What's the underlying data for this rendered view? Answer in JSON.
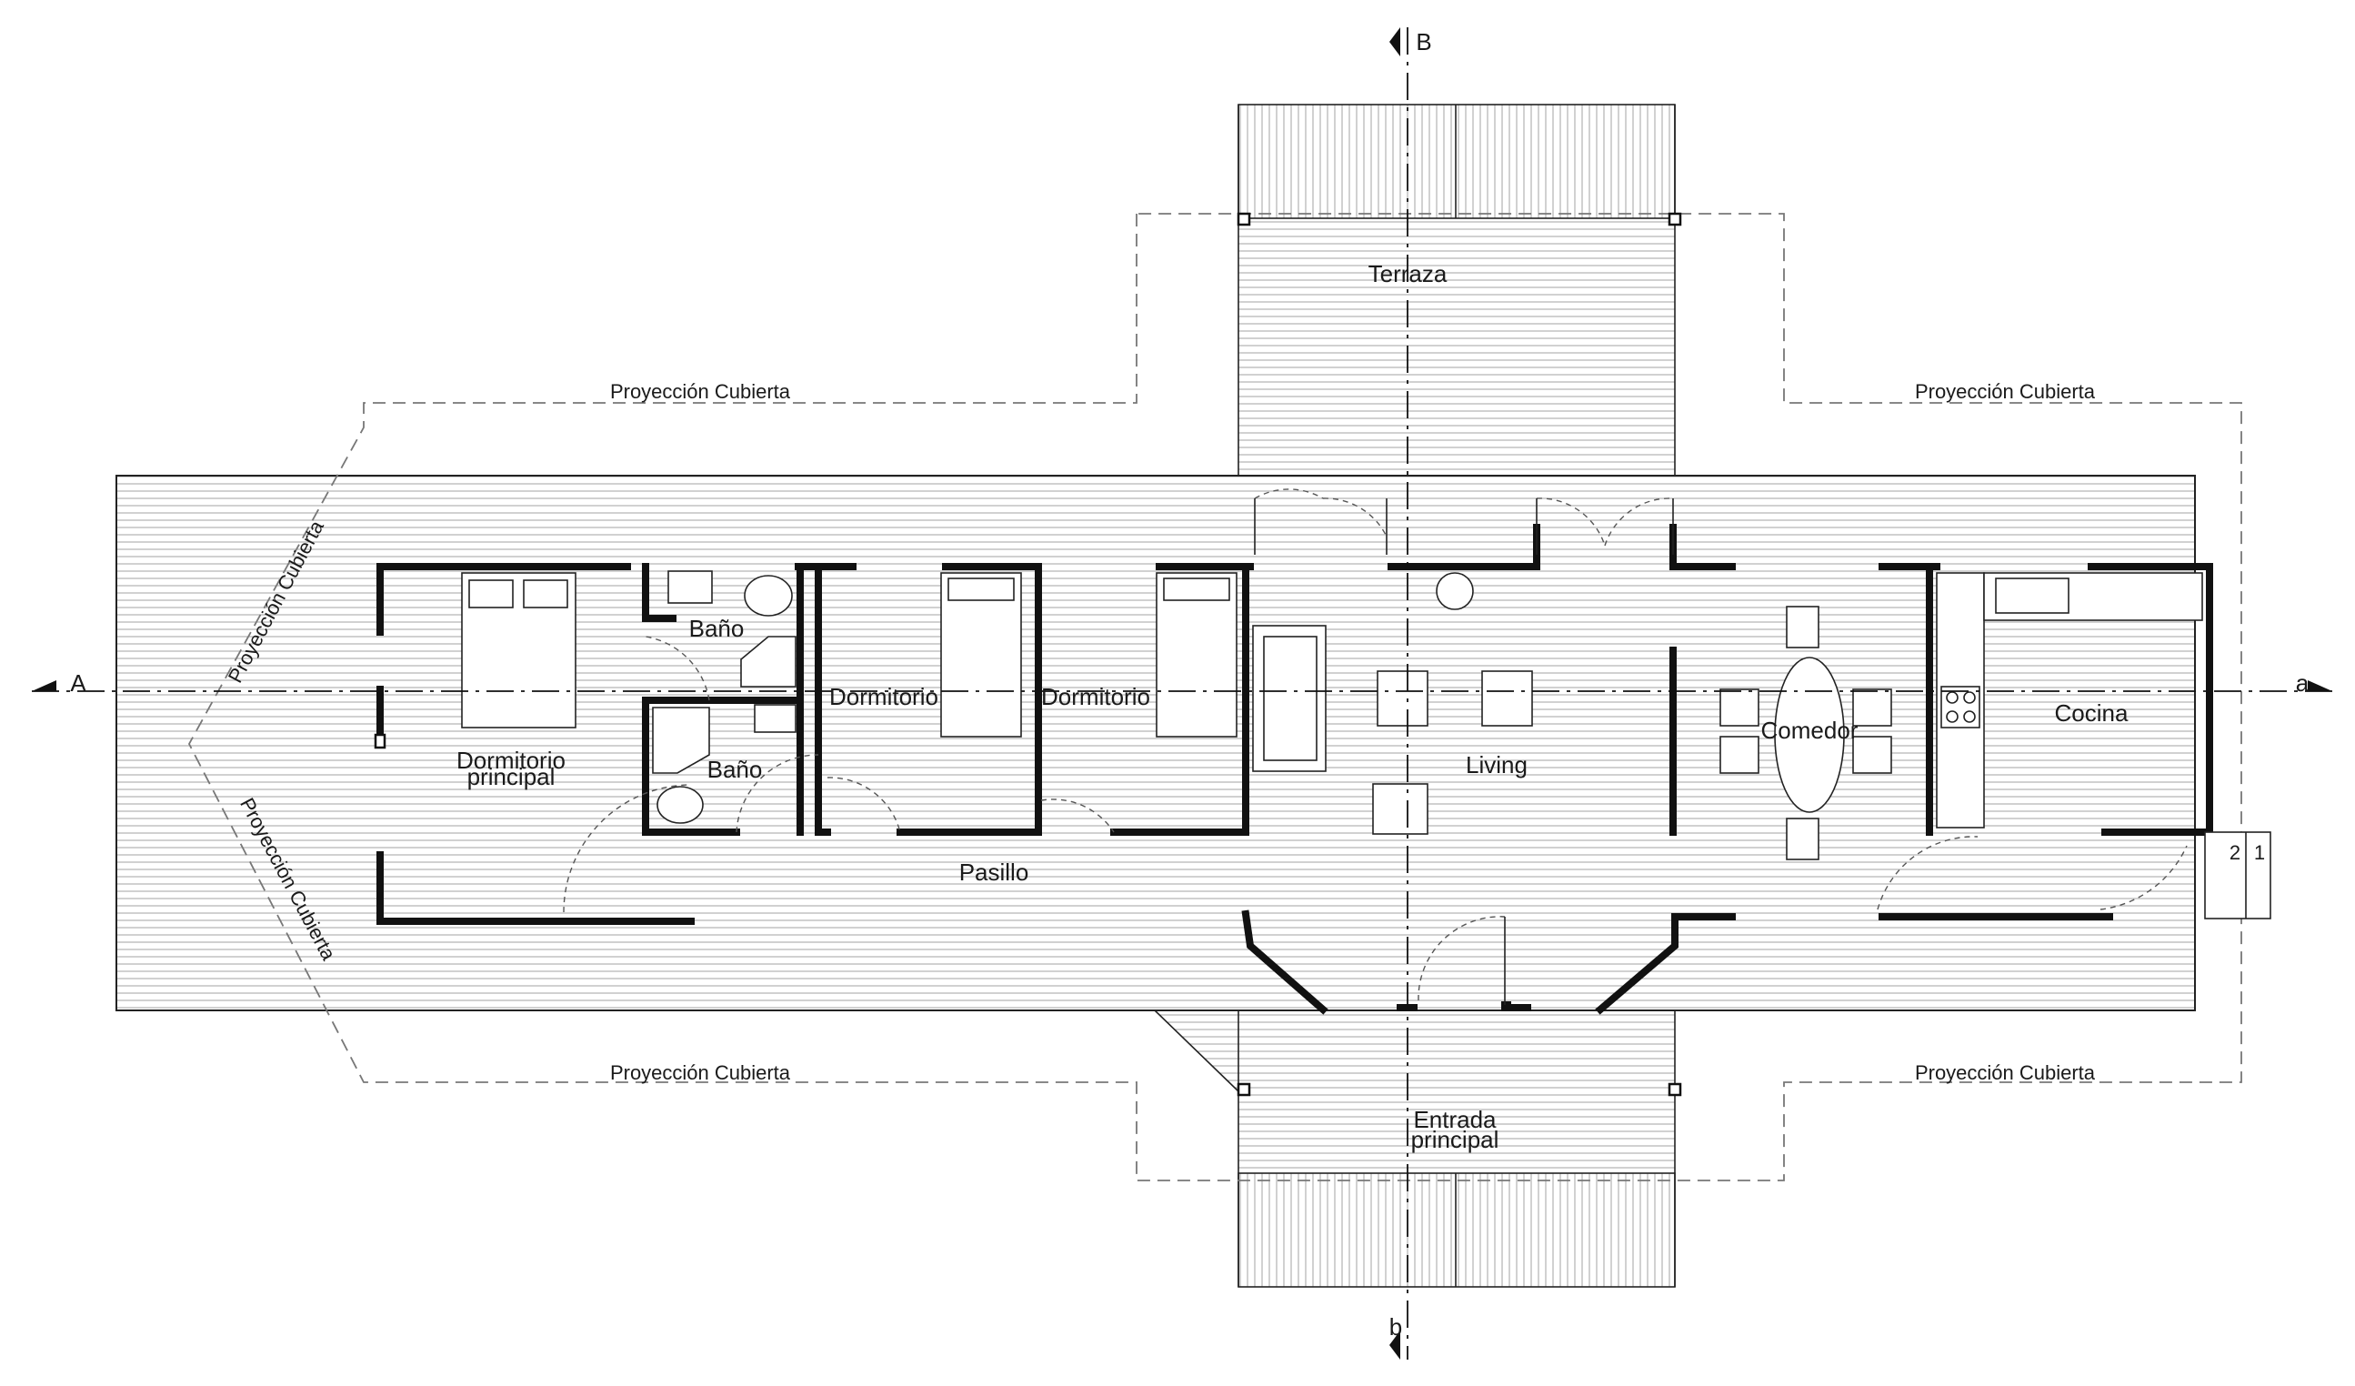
{
  "rooms": {
    "terraza": "Terraza",
    "bano_top": "Baño",
    "bano_bottom": "Baño",
    "dormitorio_1": "Dormitorio",
    "dormitorio_2": "Dormitorio",
    "dormitorio_principal_line1": "Dormitorio",
    "dormitorio_principal_line2": "principal",
    "living": "Living",
    "comedor": "Comedor",
    "cocina": "Cocina",
    "pasillo": "Pasillo",
    "entrada_line1": "Entrada",
    "entrada_line2": "principal"
  },
  "roof_projection": {
    "top_left": "Proyección Cubierta",
    "top_right": "Proyección Cubierta",
    "bottom_left": "Proyección Cubierta",
    "bottom_right": "Proyección Cubierta",
    "diagonal_upper": "Proyección Cubierta",
    "diagonal_lower": "Proyección Cubierta"
  },
  "section_marks": {
    "left": "A",
    "right": "a",
    "top": "B",
    "bottom": "b"
  },
  "steps": {
    "step_1": "1",
    "step_2": "2"
  },
  "colors": {
    "line": "#111111",
    "background": "#ffffff",
    "hatch": "#9a9a9a"
  }
}
